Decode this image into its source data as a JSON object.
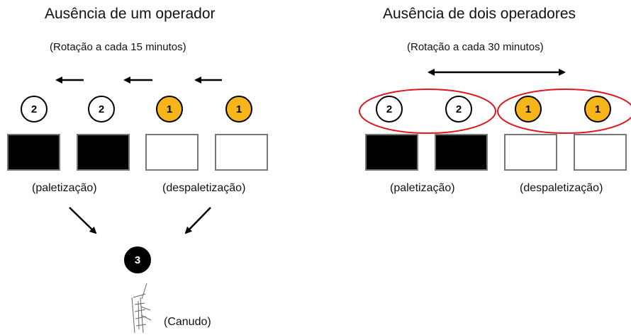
{
  "left": {
    "title": "Ausência de um operador",
    "subtitle": "(Rotação a cada 15 minutos)",
    "operators": [
      "2",
      "2",
      "1",
      "1"
    ],
    "label_pal": "(paletização)",
    "label_despal": "(despaletização)",
    "center_operator": "3",
    "tool_label": "(Canudo)"
  },
  "right": {
    "title": "Ausência de dois operadores",
    "subtitle": "(Rotação a cada 30 minutos)",
    "operators": [
      "2",
      "2",
      "1",
      "1"
    ],
    "label_pal": "(paletização)",
    "label_despal": "(despaletização)"
  },
  "colors": {
    "operator_1": "#f6b51a",
    "group_ellipse": "#e0151d",
    "box_border": "#777777"
  },
  "icons": [
    "left-arrow-icon",
    "double-arrow-icon",
    "down-right-arrow-icon",
    "down-left-arrow-icon",
    "canudo-tool-icon"
  ]
}
